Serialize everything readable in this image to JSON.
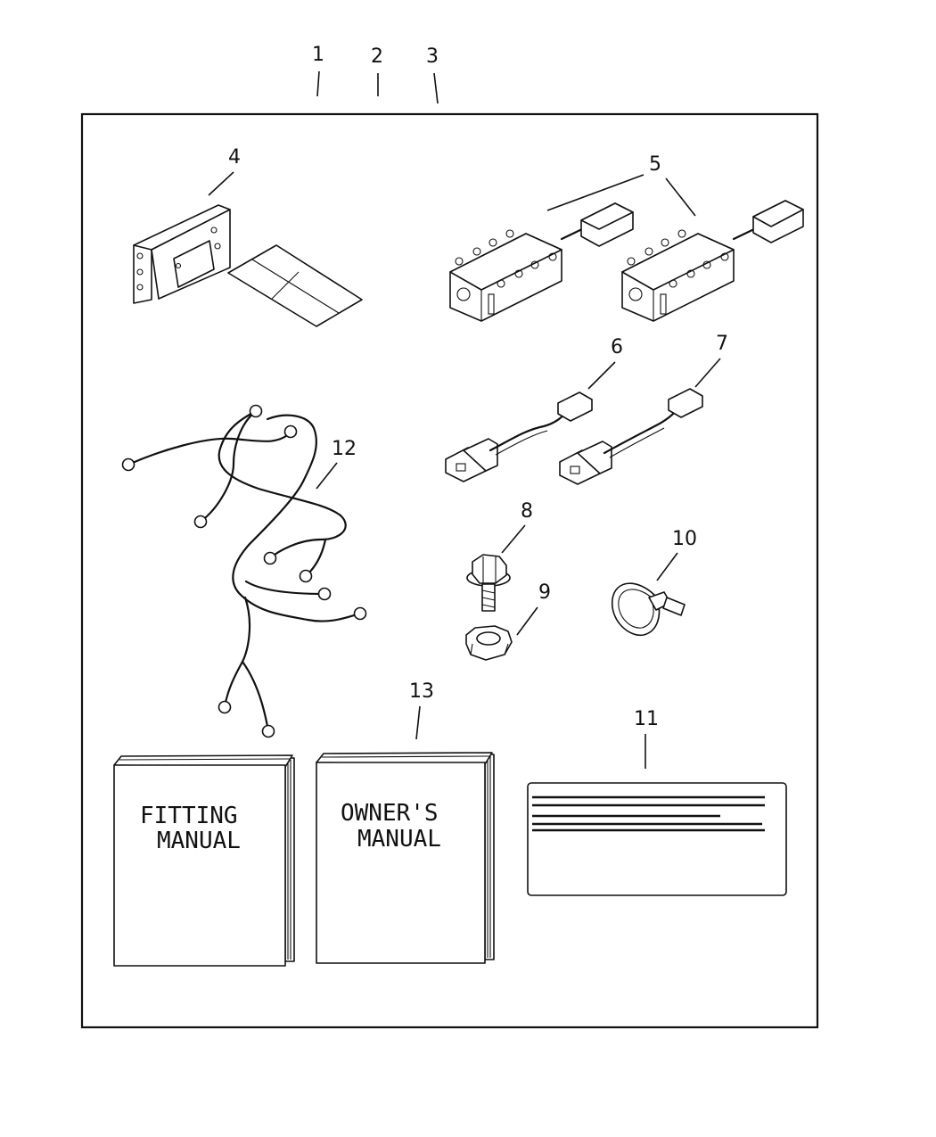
{
  "callouts": {
    "c1": "1",
    "c2": "2",
    "c3": "3",
    "c4": "4",
    "c5": "5",
    "c6": "6",
    "c7": "7",
    "c8": "8",
    "c9": "9",
    "c10": "10",
    "c11": "11",
    "c12": "12",
    "c13": "13"
  },
  "manuals": {
    "fitting_line1": "FITTING",
    "fitting_line2": "MANUAL",
    "owners_line1": "OWNER'S",
    "owners_line2": "MANUAL"
  }
}
